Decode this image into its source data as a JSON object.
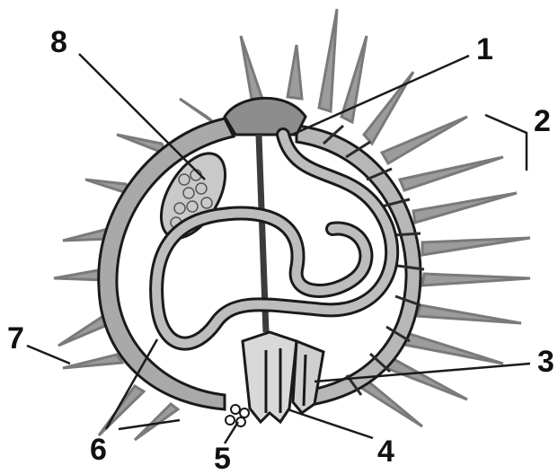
{
  "diagram": {
    "labels": [
      {
        "id": "1",
        "text": "1"
      },
      {
        "id": "2",
        "text": "2"
      },
      {
        "id": "3",
        "text": "3"
      },
      {
        "id": "4",
        "text": "4"
      },
      {
        "id": "5",
        "text": "5"
      },
      {
        "id": "6",
        "text": "6"
      },
      {
        "id": "7",
        "text": "7"
      },
      {
        "id": "8",
        "text": "8"
      }
    ],
    "colors": {
      "ink": "#1a1a1a",
      "body_wall": "#a9a9a9",
      "gut": "#bdbdbd",
      "spine": "#6e6e6e",
      "gonad": "#c9c9c9"
    }
  }
}
